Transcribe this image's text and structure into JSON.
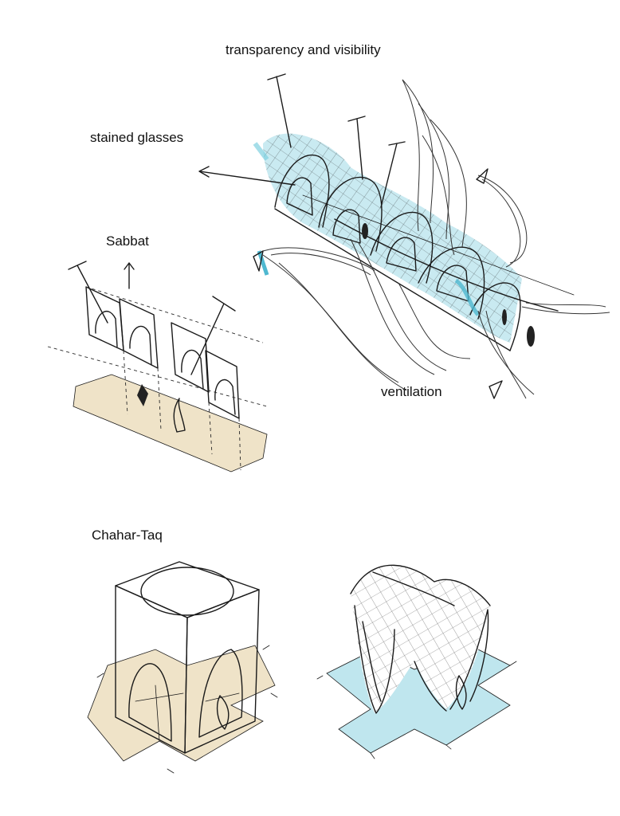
{
  "labels": {
    "transparency": "transparency and visibility",
    "stained": "stained glasses",
    "sabbat": "Sabbat",
    "ventilation": "ventilation",
    "chahar_taq": "Chahar-Taq"
  },
  "colors": {
    "beige": "#efe3c8",
    "cyan": "#bfe6ee",
    "cyan_strong": "#7fd0e0",
    "ink": "#1a1a1a"
  }
}
